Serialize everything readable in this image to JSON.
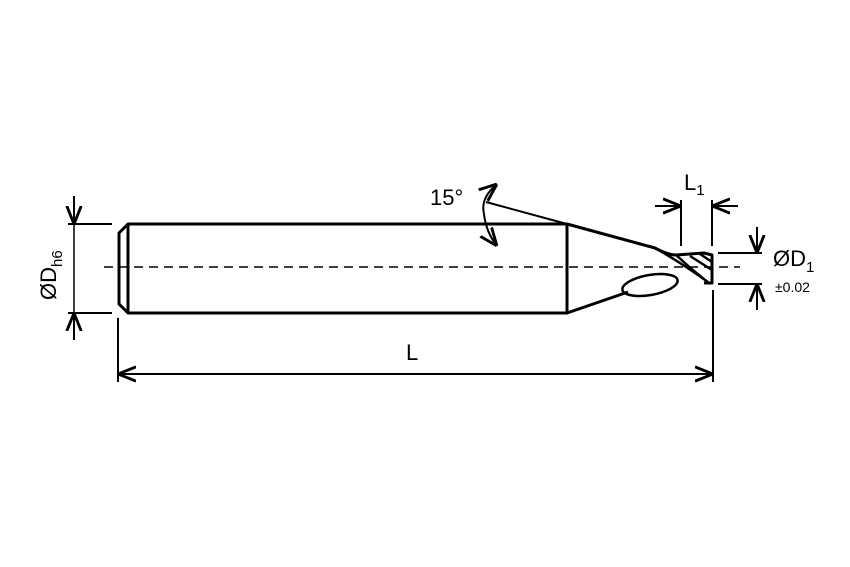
{
  "diagram": {
    "shank_diameter": {
      "symbol": "ØD",
      "subscript": "h6"
    },
    "overall_length": {
      "symbol": "L"
    },
    "cutting_length": {
      "symbol": "L",
      "subscript": "1"
    },
    "cutting_diameter": {
      "symbol": "ØD",
      "subscript": "1",
      "tolerance": "±0.02"
    },
    "taper_angle": {
      "label": "15°"
    }
  }
}
